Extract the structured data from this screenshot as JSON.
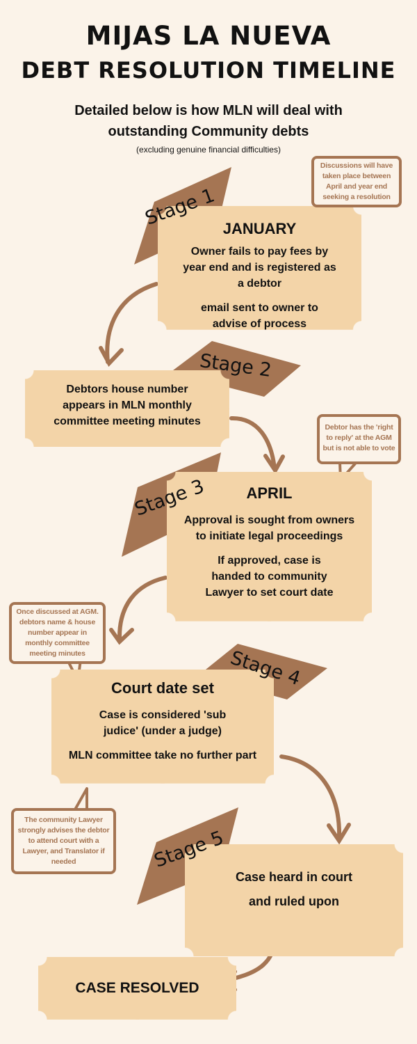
{
  "header": {
    "title_line1": "MIJAS LA NUEVA",
    "title_line2": "DEBT RESOLUTION TIMELINE",
    "subtitle_line1": "Detailed below is how MLN will deal with",
    "subtitle_line2": "outstanding Community debts",
    "note": "(excluding genuine financial difficulties)"
  },
  "stages": [
    {
      "label": "Stage 1",
      "heading": "JANUARY",
      "text": [
        "Owner fails to pay fees by year end and is registered as a debtor",
        "email sent to owner to advise of process"
      ]
    },
    {
      "label": "Stage 2",
      "text": [
        "Debtors house number appears in MLN monthly committee meeting minutes"
      ]
    },
    {
      "label": "Stage 3",
      "heading": "APRIL",
      "text": [
        "Approval is sought from owners to initiate legal proceedings",
        "If approved, case is handed to community Lawyer to set court date"
      ]
    },
    {
      "label": "Stage 4",
      "heading": "Court date set",
      "text": [
        "Case is considered 'sub judice' (under a judge)",
        "MLN committee take no further part"
      ]
    },
    {
      "label": "Stage 5",
      "text": [
        "Case heard in court",
        "and ruled upon"
      ]
    }
  ],
  "final": "CASE RESOLVED",
  "notes": [
    "Discussions will have taken place between April and year end seeking a resolution",
    "Debtor has the 'right to reply' at the AGM but is not able to vote",
    "Once discussed at AGM. debtors name & house number appear in monthly committee meeting minutes",
    "The community Lawyer strongly advises the debtor to attend court with a Lawyer, and Translator if needed"
  ],
  "colors": {
    "background": "#fbf3e9",
    "box": "#f3d4a8",
    "accent": "#a57553"
  }
}
